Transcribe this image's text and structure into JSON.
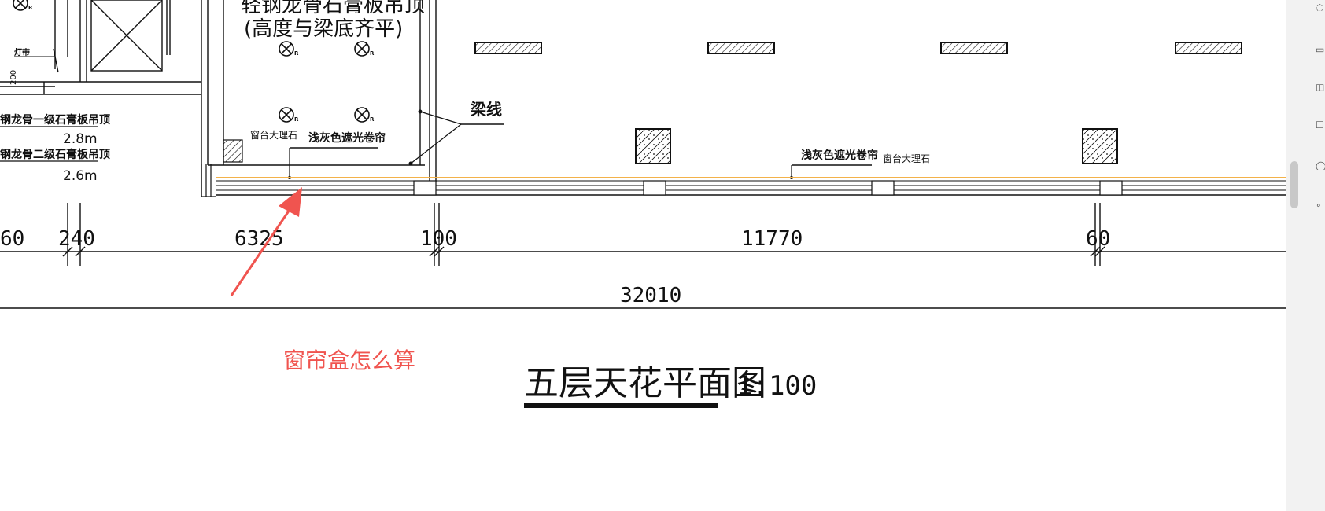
{
  "labels": {
    "ceiling_title_line1": "轻钢龙骨石膏板吊顶",
    "ceiling_title_line2": "(高度与梁底齐平)",
    "light_strip": "灯带",
    "light_strip_dim": "200",
    "ceiling_level1": "钢龙骨一级石膏板吊顶",
    "ceiling_level1_height": "2.8m",
    "ceiling_level2": "钢龙骨二级石膏板吊顶",
    "ceiling_level2_height": "2.6m",
    "beam_line": "梁线",
    "windowsill_left": "窗台大理石",
    "blind_left": "浅灰色遮光卷帘",
    "blind_right": "浅灰色遮光卷帘",
    "windowsill_right": "窗台大理石",
    "light_tag": "R"
  },
  "dimensions": {
    "seg_1": "60",
    "seg_2": "240",
    "seg_3": "6325",
    "seg_4": "100",
    "seg_5": "11770",
    "seg_6": "60",
    "total": "32010"
  },
  "annotation": {
    "question": "窗帘盒怎么算",
    "color": "#f0544f"
  },
  "title": {
    "main": "五层天花平面图",
    "scale": "1:100"
  },
  "side_icons": [
    "toolbar-icon-1",
    "toolbar-icon-2",
    "toolbar-icon-3",
    "toolbar-icon-4",
    "toolbar-icon-5",
    "toolbar-icon-6"
  ]
}
